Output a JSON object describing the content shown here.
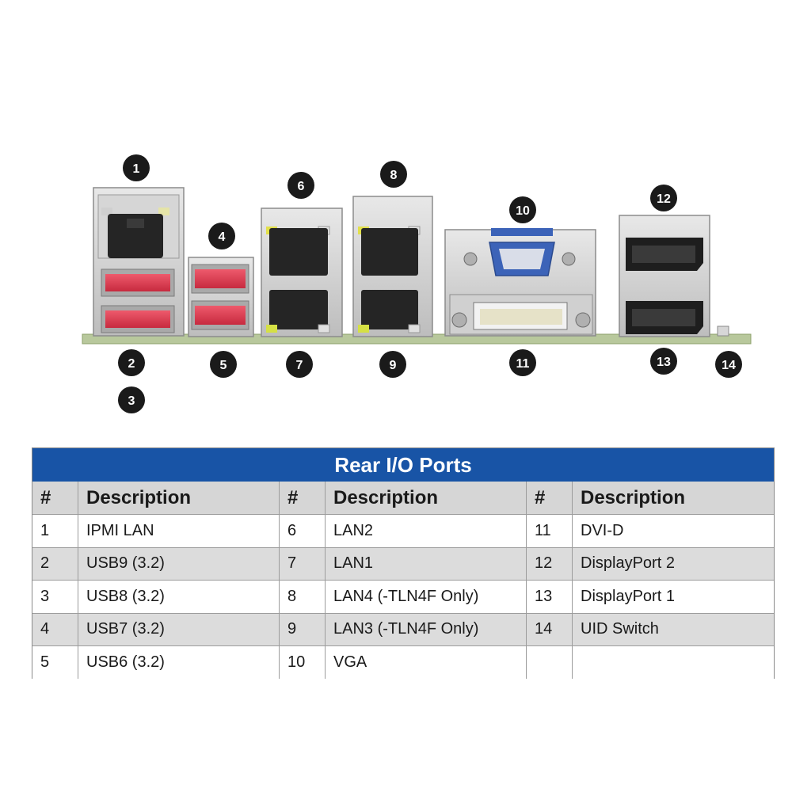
{
  "callouts": [
    {
      "n": "1"
    },
    {
      "n": "2"
    },
    {
      "n": "3"
    },
    {
      "n": "4"
    },
    {
      "n": "5"
    },
    {
      "n": "6"
    },
    {
      "n": "7"
    },
    {
      "n": "8"
    },
    {
      "n": "9"
    },
    {
      "n": "10"
    },
    {
      "n": "11"
    },
    {
      "n": "12"
    },
    {
      "n": "13"
    },
    {
      "n": "14"
    }
  ],
  "table": {
    "title": "Rear I/O Ports",
    "headers": [
      "#",
      "Description",
      "#",
      "Description",
      "#",
      "Description"
    ],
    "rows": [
      [
        "1",
        "IPMI LAN",
        "6",
        "LAN2",
        "11",
        "DVI-D"
      ],
      [
        "2",
        "USB9 (3.2)",
        "7",
        "LAN1",
        "12",
        "DisplayPort 2"
      ],
      [
        "3",
        "USB8 (3.2)",
        "8",
        "LAN4 (-TLN4F Only)",
        "13",
        "DisplayPort 1"
      ],
      [
        "4",
        "USB7 (3.2)",
        "9",
        "LAN3 (-TLN4F Only)",
        "14",
        "UID Switch"
      ],
      [
        "5",
        "USB6 (3.2)",
        "10",
        "VGA",
        "",
        ""
      ]
    ]
  },
  "colors": {
    "title_bar": "#1854a6",
    "usb_red": "#d93a4e",
    "vga_blue": "#3c63b8",
    "board_green": "#b8c89c"
  }
}
